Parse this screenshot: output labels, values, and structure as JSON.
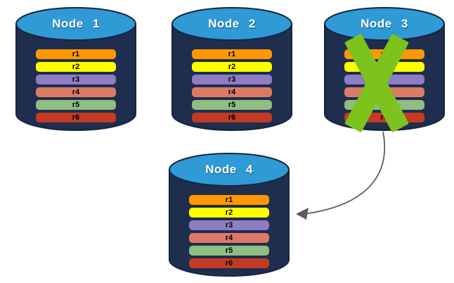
{
  "diagram": {
    "description": "Database replication diagram: four database nodes holding rows r1-r6; Node 3 is failed (green X) and its data is re-replicated to Node 4 via an arrow.",
    "palette": {
      "cylinder_body": "#1F2D4F",
      "cylinder_top": "#2F9AD6",
      "cylinder_outline": "#152541",
      "title_color": "#FFFFFF",
      "row_label_color": "#000000",
      "background": "#FFFFFF"
    },
    "nodes": [
      {
        "id": "node-1",
        "label": "Node 1",
        "failed": false,
        "rows": [
          {
            "label": "r1",
            "color": "#FD9802"
          },
          {
            "label": "r2",
            "color": "#FFFF00"
          },
          {
            "label": "r3",
            "color": "#8C7DC4"
          },
          {
            "label": "r4",
            "color": "#DD7A66"
          },
          {
            "label": "r5",
            "color": "#8EBE82"
          },
          {
            "label": "r6",
            "color": "#C23B22"
          }
        ]
      },
      {
        "id": "node-2",
        "label": "Node 2",
        "failed": false,
        "rows": [
          {
            "label": "r1",
            "color": "#FD9802"
          },
          {
            "label": "r2",
            "color": "#FFFF00"
          },
          {
            "label": "r3",
            "color": "#8C7DC4"
          },
          {
            "label": "r4",
            "color": "#DD7A66"
          },
          {
            "label": "r5",
            "color": "#8EBE82"
          },
          {
            "label": "r6",
            "color": "#C23B22"
          }
        ]
      },
      {
        "id": "node-3",
        "label": "Node 3",
        "failed": true,
        "rows": [
          {
            "label": "r1",
            "color": "#FD9802"
          },
          {
            "label": "r2",
            "color": "#FFFF00"
          },
          {
            "label": "r3",
            "color": "#8C7DC4"
          },
          {
            "label": "r4",
            "color": "#DD7A66"
          },
          {
            "label": "r5",
            "color": "#8EBE82"
          },
          {
            "label": "r6",
            "color": "#C23B22"
          }
        ]
      },
      {
        "id": "node-4",
        "label": "Node 4",
        "failed": false,
        "rows": [
          {
            "label": "r1",
            "color": "#FD9802"
          },
          {
            "label": "r2",
            "color": "#FFFF00"
          },
          {
            "label": "r3",
            "color": "#8C7DC4"
          },
          {
            "label": "r4",
            "color": "#DD7A66"
          },
          {
            "label": "r5",
            "color": "#8EBE82"
          },
          {
            "label": "r6",
            "color": "#C23B22"
          }
        ]
      }
    ],
    "annotations": {
      "failure_mark": {
        "node": "node-3",
        "symbol": "X",
        "color": "#7CC31E"
      },
      "arrow": {
        "from": "node-3",
        "to": "node-4",
        "color": "#5B5B5B"
      }
    }
  }
}
